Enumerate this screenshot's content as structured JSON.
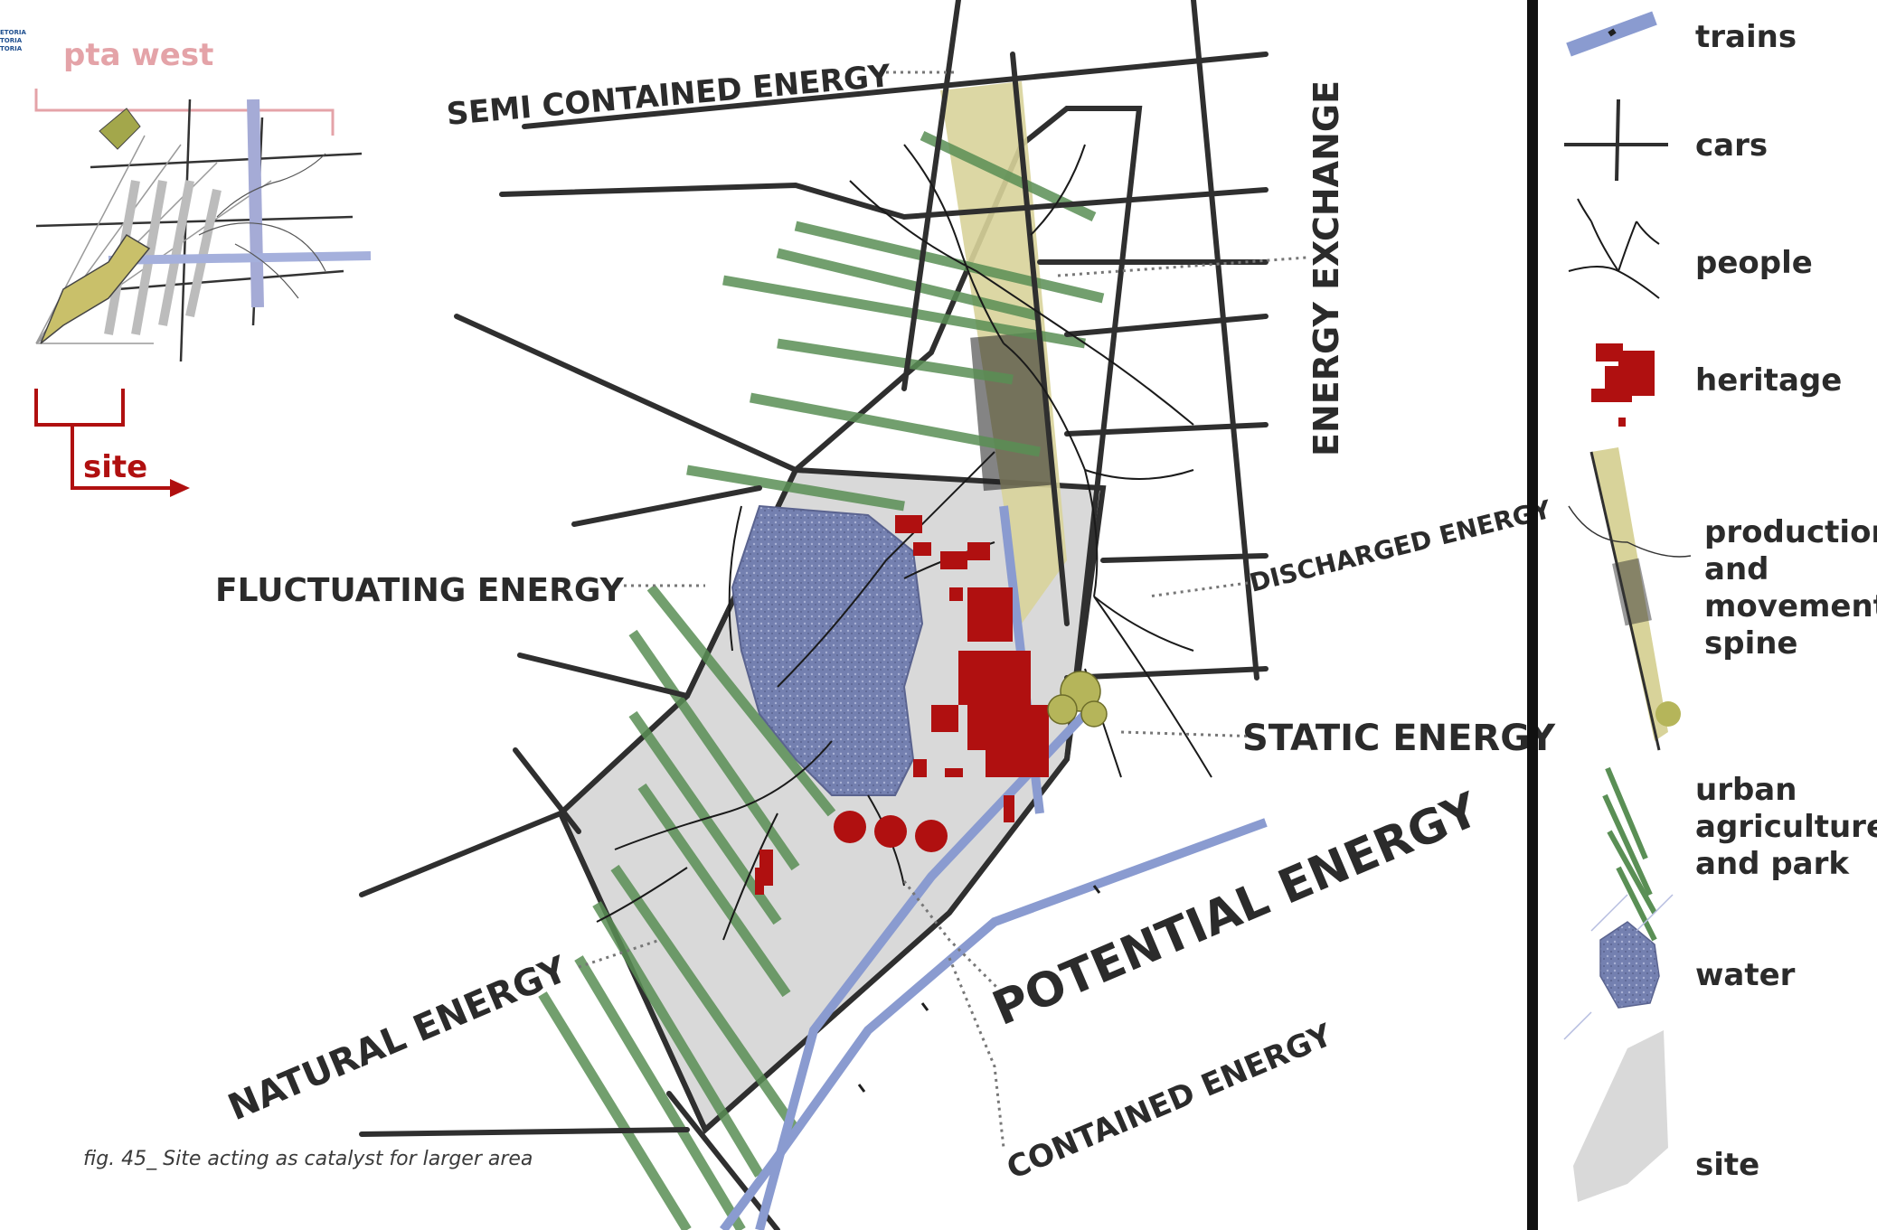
{
  "labels": {
    "semi_contained": "SEMI CONTAINED ENERGY",
    "energy_exchange": "ENERGY EXCHANGE",
    "discharged": "DISCHARGED ENERGY",
    "fluctuating": "FLUCTUATING ENERGY",
    "static": "STATIC ENERGY",
    "potential": "POTENTIAL ENERGY",
    "natural": "NATURAL ENERGY",
    "contained": "CONTAINED ENERGY"
  },
  "inset": {
    "title": "pta west",
    "site": "site"
  },
  "caption": "fig. 45_ Site acting as catalyst for larger area",
  "logo": [
    "ETORIA",
    "TORIA",
    "TORIA"
  ],
  "legend": [
    {
      "icon": "train-icon",
      "label": "trains"
    },
    {
      "icon": "car-icon",
      "label": "cars"
    },
    {
      "icon": "people-icon",
      "label": "people"
    },
    {
      "icon": "heritage-icon",
      "label": "heritage"
    },
    {
      "icon": "spine-icon",
      "label": "production and movement spine"
    },
    {
      "icon": "agriculture-icon",
      "label": "urban agriculture and park"
    },
    {
      "icon": "water-icon",
      "label": "water"
    },
    {
      "icon": "site-icon",
      "label": "site"
    }
  ],
  "legend_lines": {
    "production": [
      "production",
      "and",
      "movement",
      "spine"
    ],
    "agriculture": [
      "urban",
      "agriculture",
      "and park"
    ]
  },
  "colors": {
    "road": "#2f2f2f",
    "green": "#5a8f55",
    "water": "#6f78a8",
    "train": "#8a9bd0",
    "heritage": "#b01010",
    "site": "#d9d9d9",
    "spine": "#d8d39a",
    "inset_red": "#b01010",
    "inset_pink": "#e4a3a8"
  }
}
